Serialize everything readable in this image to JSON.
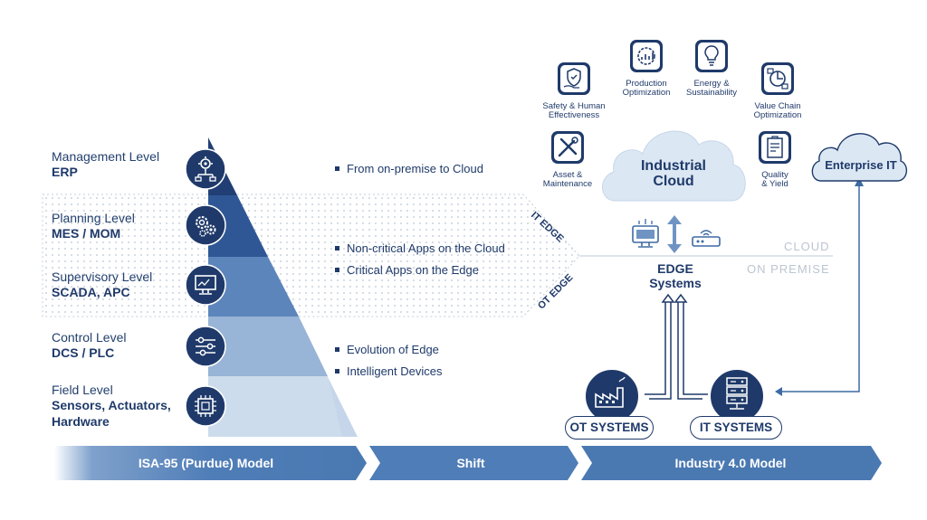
{
  "isa_levels": [
    {
      "name": "Management Level",
      "system": "ERP",
      "icon": "gear-network-icon"
    },
    {
      "name": "Planning Level",
      "system": "MES / MOM",
      "icon": "gears-icon"
    },
    {
      "name": "Supervisory Level",
      "system": "SCADA, APC",
      "icon": "monitor-icon"
    },
    {
      "name": "Control Level",
      "system": "DCS / PLC",
      "icon": "sliders-icon"
    },
    {
      "name": "Field Level",
      "system": "Sensors, Actuators, Hardware",
      "system_lines": [
        "Sensors, Actuators,",
        "Hardware"
      ],
      "icon": "chip-icon"
    }
  ],
  "shift_bullets": {
    "group1": [
      "From on-premise to Cloud"
    ],
    "group2": [
      "Non-critical Apps on the Cloud",
      "Critical Apps on the Edge"
    ],
    "group3": [
      "Evolution of Edge",
      "Intelligent Devices"
    ]
  },
  "edge_labels": {
    "it_edge": "IT EDGE",
    "ot_edge": "OT EDGE"
  },
  "use_cases": [
    {
      "label": "Safety & Human Effectiveness",
      "lines": [
        "Safety & Human",
        "Effectiveness"
      ],
      "icon": "shield-hand-icon"
    },
    {
      "label": "Production Optimization",
      "lines": [
        "Production",
        "Optimization"
      ],
      "icon": "production-chart-icon"
    },
    {
      "label": "Energy & Sustainability",
      "lines": [
        "Energy &",
        "Sustainability"
      ],
      "icon": "lightbulb-icon"
    },
    {
      "label": "Value Chain Optimization",
      "lines": [
        "Value Chain",
        "Optimization"
      ],
      "icon": "value-chain-icon"
    },
    {
      "label": "Asset & Maintenance",
      "lines": [
        "Asset &",
        "Maintenance"
      ],
      "icon": "wrench-screwdriver-icon"
    },
    {
      "label": "Quality & Yield",
      "lines": [
        "Quality",
        "& Yield"
      ],
      "icon": "quality-clipboard-icon"
    }
  ],
  "industrial_cloud": {
    "lines": [
      "Industrial",
      "Cloud"
    ]
  },
  "enterprise_it": "Enterprise IT",
  "cloud_divider": {
    "top": "CLOUD",
    "bottom": "ON PREMISE"
  },
  "edge_systems": {
    "lines": [
      "EDGE",
      "Systems"
    ]
  },
  "ot_systems": "OT SYSTEMS",
  "it_systems": "IT SYSTEMS",
  "bottom_bands": [
    "ISA-95 (Purdue) Model",
    "Shift",
    "Industry 4.0 Model"
  ],
  "colors": {
    "primary": "#1f3a6a",
    "accent": "#4a79b2",
    "light": "#d6e3f1",
    "cloud": "#dbe7f3"
  }
}
